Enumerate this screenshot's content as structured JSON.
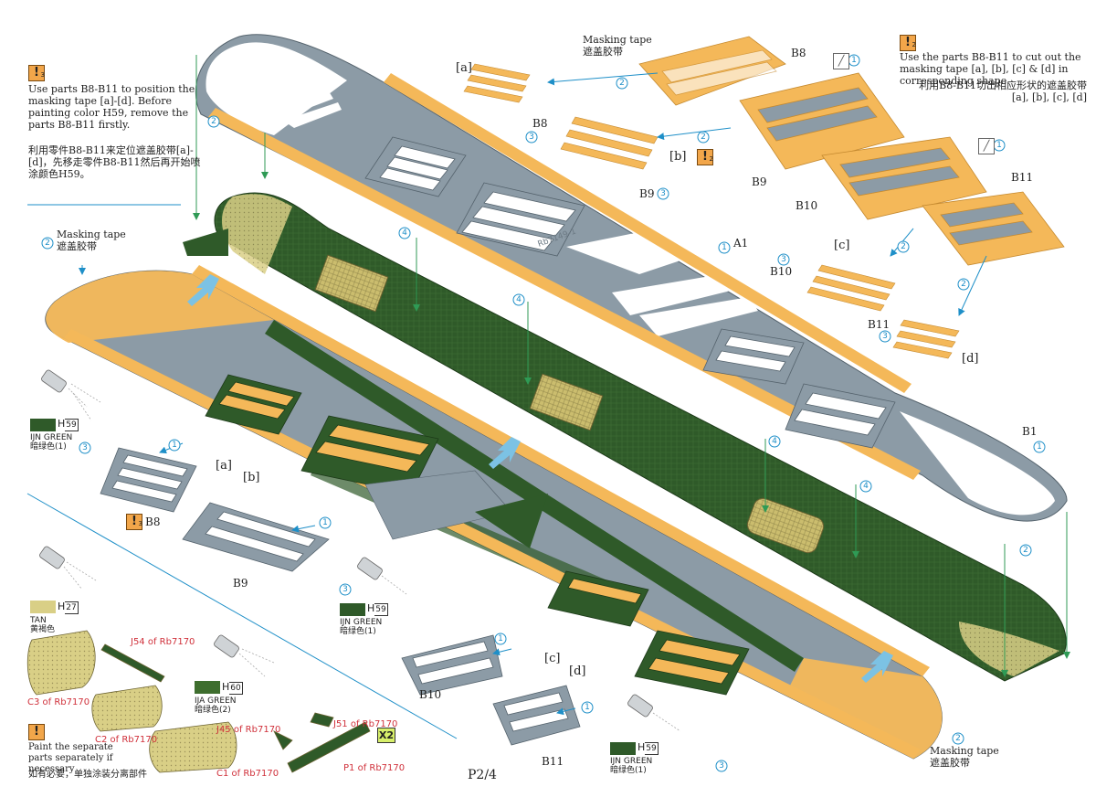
{
  "page_number": "P2/4",
  "colors": {
    "deck_grey": "#8c9ba6",
    "ijn_green": "#2f5a29",
    "masking_yellow": "#f4b859",
    "tan": "#d9cf86",
    "step_blue": "#1e8fc8",
    "arrow_green": "#2f9a55",
    "warning_orange": "#f2a64a"
  },
  "note_top_left": {
    "badge": "!",
    "badge_num": "3",
    "text_en": "Use parts B8-B11 to position the masking tape [a]-[d]. Before painting color H59, remove the parts B8-B11 firstly.",
    "text_cn": "利用零件B8-B11来定位遮盖胶带[a]-[d]，先移走零件B8-B11然后再开始喷涂颜色H59。"
  },
  "note_top_right": {
    "badge": "!",
    "badge_num": "2",
    "text_en": "Use the parts B8-B11 to cut out the masking tape [a], [b], [c] & [d] in corresponding shape.",
    "text_cn": "利用B8-B11切出相应形状的遮盖胶带[a], [b], [c], [d]"
  },
  "note_bottom_left": {
    "badge": "!",
    "text_en": "Paint the separate parts separately if necessary",
    "text_cn": "如有必要，单独涂装分离部件"
  },
  "masking_tape": {
    "en": "Masking tape",
    "cn": "遮盖胶带"
  },
  "paint_codes": {
    "h59": {
      "code": "H",
      "num": "59",
      "name": "IJN GREEN",
      "cn": "暗绿色(1)"
    },
    "h27": {
      "code": "H",
      "num": "27",
      "name": "TAN",
      "cn": "黄褐色"
    },
    "h60": {
      "code": "H",
      "num": "60",
      "name": "IJA GREEN",
      "cn": "暗绿色(2)"
    }
  },
  "parts": {
    "a1": "A1",
    "b1": "B1",
    "b8": "B8",
    "b9": "B9",
    "b10": "B10",
    "b11": "B11"
  },
  "tapes": {
    "a": "[a]",
    "b": "[b]",
    "c": "[c]",
    "d": "[d]"
  },
  "steps": {
    "s1": "1",
    "s2": "2",
    "s3": "3",
    "s4": "4"
  },
  "separate_parts": {
    "c3": "C3 of Rb7170",
    "c2": "C2 of Rb7170",
    "c1": "C1 of Rb7170",
    "j54": "J54 of Rb7170",
    "j45": "J45 of Rb7170",
    "j51": "J51 of Rb7170",
    "p1": "P1 of Rb7170",
    "x2": "X2"
  }
}
